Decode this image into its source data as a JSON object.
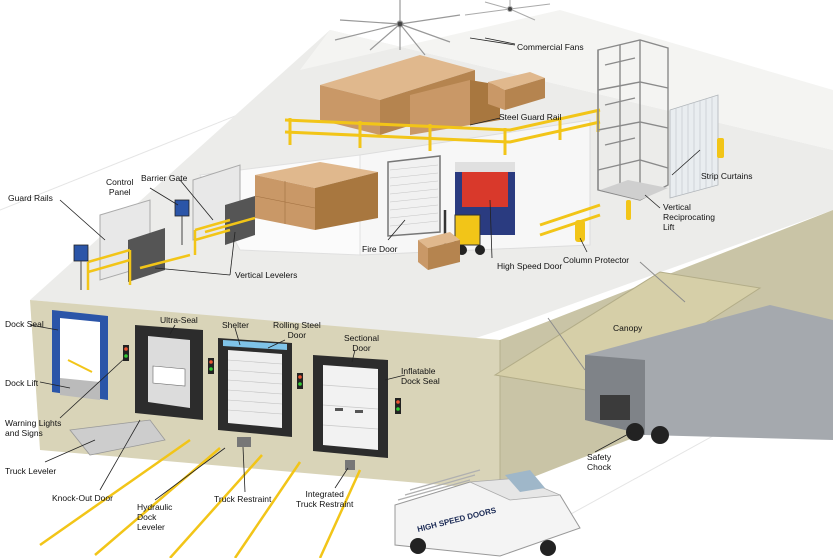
{
  "labels": {
    "commercial_fans": "Commercial Fans",
    "steel_guard_rail": "Steel Guard Rail",
    "strip_curtains": "Strip Curtains",
    "vertical_reciprocating_lift": "Vertical\nReciprocating\nLift",
    "column_protector": "Column Protector",
    "high_speed_door": "High Speed Door",
    "fire_door": "Fire Door",
    "guard_rails": "Guard Rails",
    "control_panel": "Control\nPanel",
    "barrier_gate": "Barrier Gate",
    "vertical_levelers": "Vertical Levelers",
    "canopy": "Canopy",
    "dock_seal": "Dock Seal",
    "ultra_seal": "Ultra-Seal",
    "shelter": "Shelter",
    "rolling_steel_door": "Rolling Steel\nDoor",
    "sectional_door": "Sectional\nDoor",
    "inflatable_dock_seal": "Inflatable\nDock Seal",
    "dock_lift": "Dock Lift",
    "warning_lights_and_signs": "Warning Lights\nand Signs",
    "truck_leveler": "Truck Leveler",
    "knock_out_door": "Knock-Out Door",
    "hydraulic_dock_leveler": "Hydraulic\nDock\nLeveler",
    "truck_restraint": "Truck Restraint",
    "integrated_truck_restraint": "Integrated\nTruck Restraint",
    "safety_chock": "Safety\nChock"
  },
  "truck_panel_text": "HIGH SPEED DOORS",
  "colors": {
    "floor": "#ebebe8",
    "wall_front": "#d9d4b8",
    "wall_side": "#c9c4a6",
    "cardboard": "#c99867",
    "guard_rail_yellow": "#f2c518",
    "dock_seal_blue": "#2b55a8",
    "high_speed_door_red": "#d9392b",
    "trailer_grey": "#9a9ea3"
  }
}
